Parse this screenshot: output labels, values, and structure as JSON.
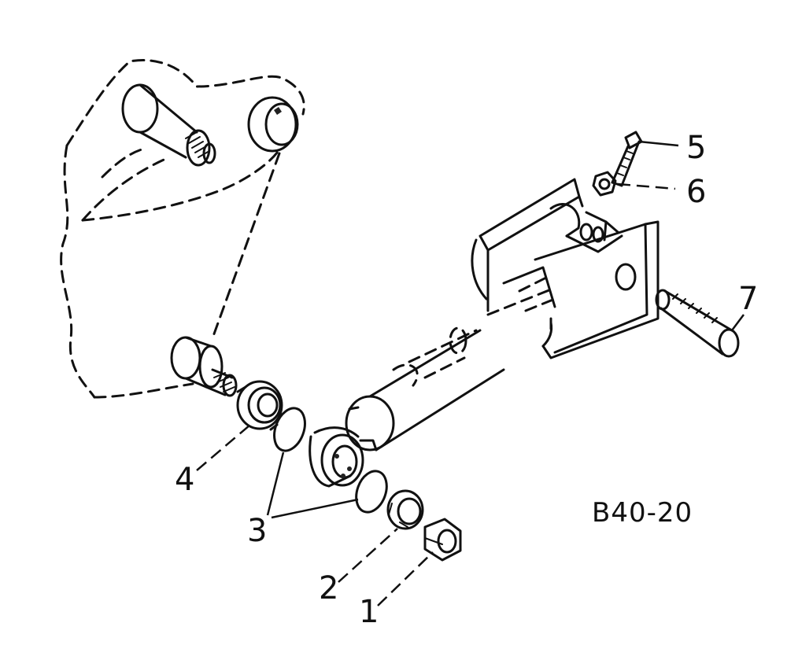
{
  "diagram_id": "B40-20",
  "callouts": [
    "1",
    "2",
    "3",
    "4",
    "5",
    "6",
    "7"
  ]
}
